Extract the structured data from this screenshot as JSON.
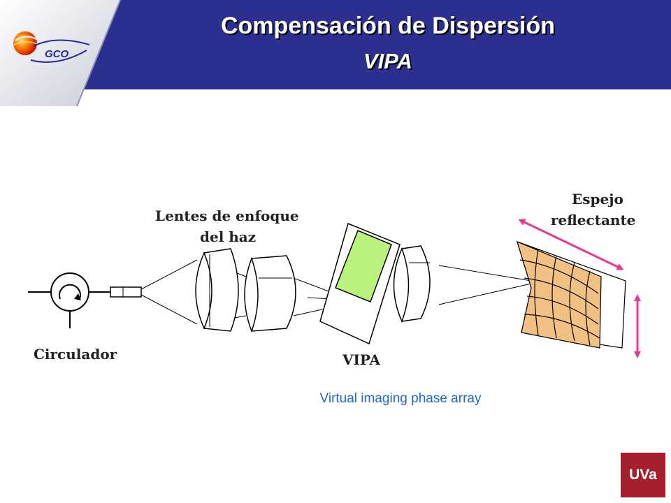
{
  "header": {
    "title": "Compensación de Dispersión",
    "subtitle": "VIPA",
    "logo_text": "GCO"
  },
  "diagram": {
    "labels": {
      "lenses_line1": "Lentes de enfoque",
      "lenses_line2": "del haz",
      "mirror_line1": "Espejo",
      "mirror_line2": "reflectante",
      "circulator": "Circulador",
      "vipa": "VIPA"
    },
    "caption": "Virtual imaging phase array"
  },
  "footer": {
    "badge": "UVa"
  },
  "colors": {
    "header_blue": "#2b2f8f",
    "vipa_green": "#b9f27c",
    "mirror_tan": "#f1c083",
    "arrow_pink": "#e63a8c",
    "caption_blue": "#1f67c6",
    "badge_red": "#a51f2f"
  }
}
